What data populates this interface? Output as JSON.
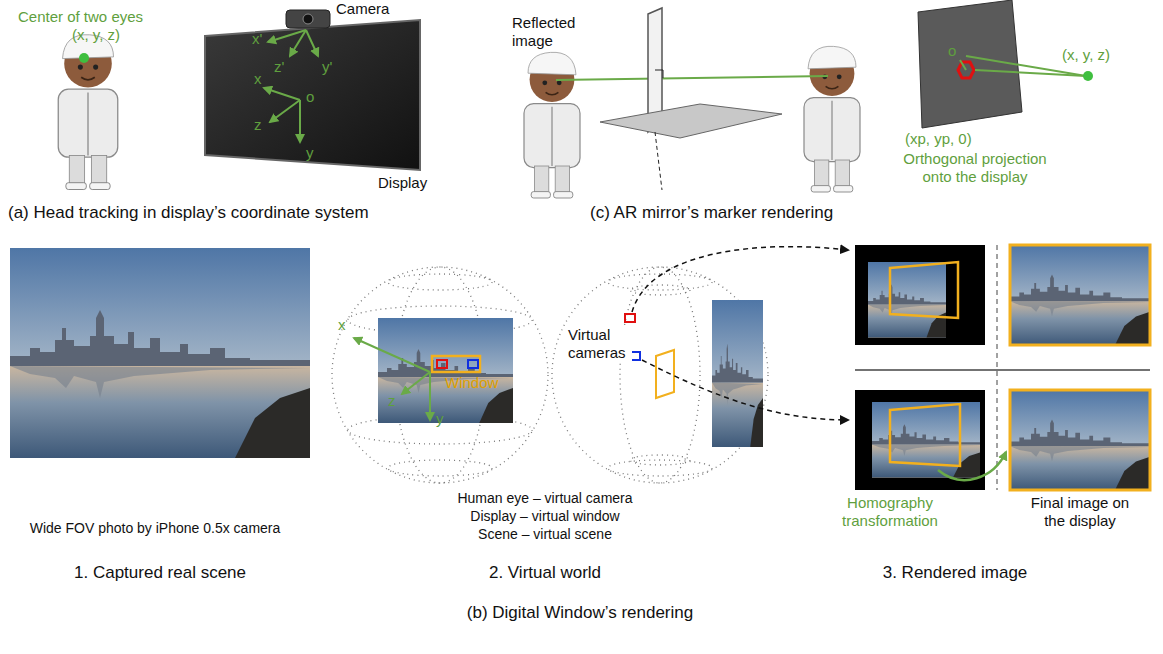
{
  "diagram": {
    "labels": [
      "Center of two eyes",
      "(x, y, z)",
      "x'",
      "Camera",
      "z'",
      "y'",
      "x",
      "o",
      "z",
      "y",
      "Display",
      "(a) Head tracking in display’s coordinate system",
      "Reflected image",
      "o",
      "(x, y, z)",
      "(xp, yp, 0)",
      "Orthogonal projection onto the display",
      "(c) AR mirror’s marker rendering",
      "Wide FOV photo by iPhone 0.5x camera",
      "1. Captured real scene",
      "x",
      "z",
      "Window",
      "y",
      "Virtual cameras",
      "Human eye – virtual camera",
      "Display – virtual window",
      "Scene – virtual scene",
      "2. Virtual world",
      "Homography transformation",
      "Final image on the display",
      "3. Rendered image",
      "(b) Digital Window’s rendering"
    ]
  }
}
